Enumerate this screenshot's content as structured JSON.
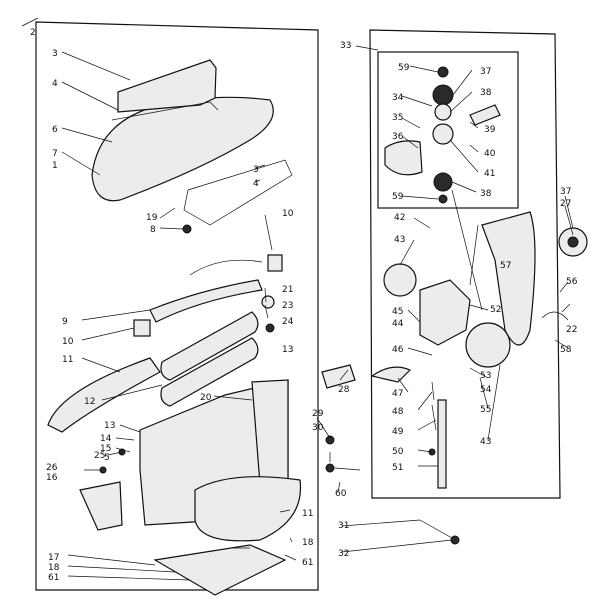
{
  "labels": {
    "l1": "1",
    "l2": "2",
    "l3": "3",
    "l4": "4",
    "l6": "6",
    "l7": "7",
    "l19": "19",
    "l8": "8",
    "l3b": "3",
    "l4b": "4",
    "l10": "10",
    "l21": "21",
    "l23": "23",
    "l24": "24",
    "l9": "9",
    "l10b": "10",
    "l11": "11",
    "l12": "12",
    "l13": "13",
    "l20": "20",
    "l13b": "13",
    "l14": "14",
    "l15": "15",
    "l5": "5",
    "l25": "25",
    "l26": "26",
    "l16": "16",
    "l17": "17",
    "l18": "18",
    "l61": "61",
    "l61b": "61",
    "l18b": "18",
    "l11b": "11",
    "l29": "29",
    "l30": "30",
    "l60": "60",
    "l31": "31",
    "l32": "32",
    "l28": "28",
    "l33": "33",
    "l59": "59",
    "l37": "37",
    "l34": "34",
    "l38": "38",
    "l35": "35",
    "l39": "39",
    "l36": "36",
    "l40": "40",
    "l41": "41",
    "l59b": "59",
    "l38b": "38",
    "l42": "42",
    "l43": "43",
    "l45": "45",
    "l44": "44",
    "l46": "46",
    "l47": "47",
    "l48": "48",
    "l49": "49",
    "l50": "50",
    "l51": "51",
    "l52": "52",
    "l53": "53",
    "l54": "54",
    "l55": "55",
    "l43b": "43",
    "l37b": "37",
    "l27": "27",
    "l56": "56",
    "l22": "22",
    "l58": "58",
    "l57": "57"
  }
}
